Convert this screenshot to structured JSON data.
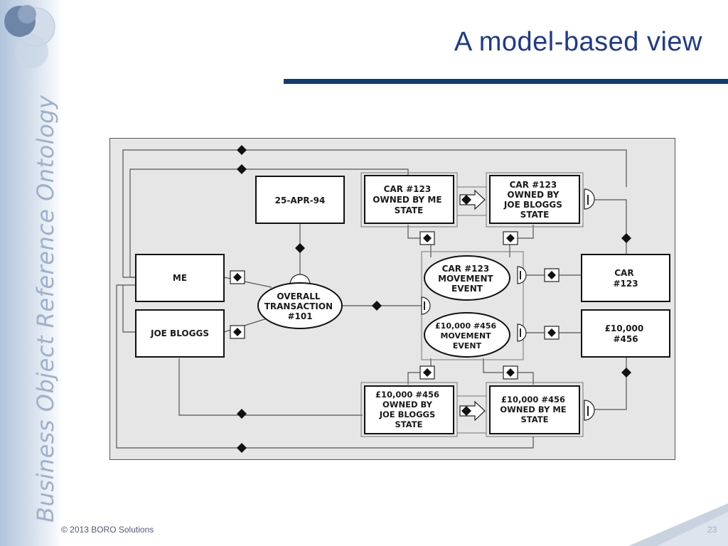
{
  "slide": {
    "title": "A model-based view",
    "sidebar_text": "Business Object Reference Ontology",
    "copyright": "© 2013 BORO Solutions",
    "page_number": "23"
  },
  "diagram": {
    "nodes": {
      "date": [
        "25-APR-94"
      ],
      "me": [
        "ME"
      ],
      "joe": [
        "JOE BLOGGS"
      ],
      "transaction": [
        "OVERALL",
        "TRANSACTION",
        "#101"
      ],
      "car_me_state": [
        "CAR #123",
        "OWNED BY ME",
        "STATE"
      ],
      "car_joe_state": [
        "CAR #123",
        "OWNED BY",
        "JOE BLOGGS",
        "STATE"
      ],
      "car_movement": [
        "CAR #123",
        "MOVEMENT",
        "EVENT"
      ],
      "money_movement": [
        "£10,000 #456",
        "MOVEMENT",
        "EVENT"
      ],
      "car": [
        "CAR",
        "#123"
      ],
      "money": [
        "£10,000",
        "#456"
      ],
      "money_joe_state": [
        "£10,000 #456",
        "OWNED BY",
        "JOE BLOGGS",
        "STATE"
      ],
      "money_me_state": [
        "£10,000 #456",
        "OWNED BY ME",
        "STATE"
      ]
    }
  }
}
